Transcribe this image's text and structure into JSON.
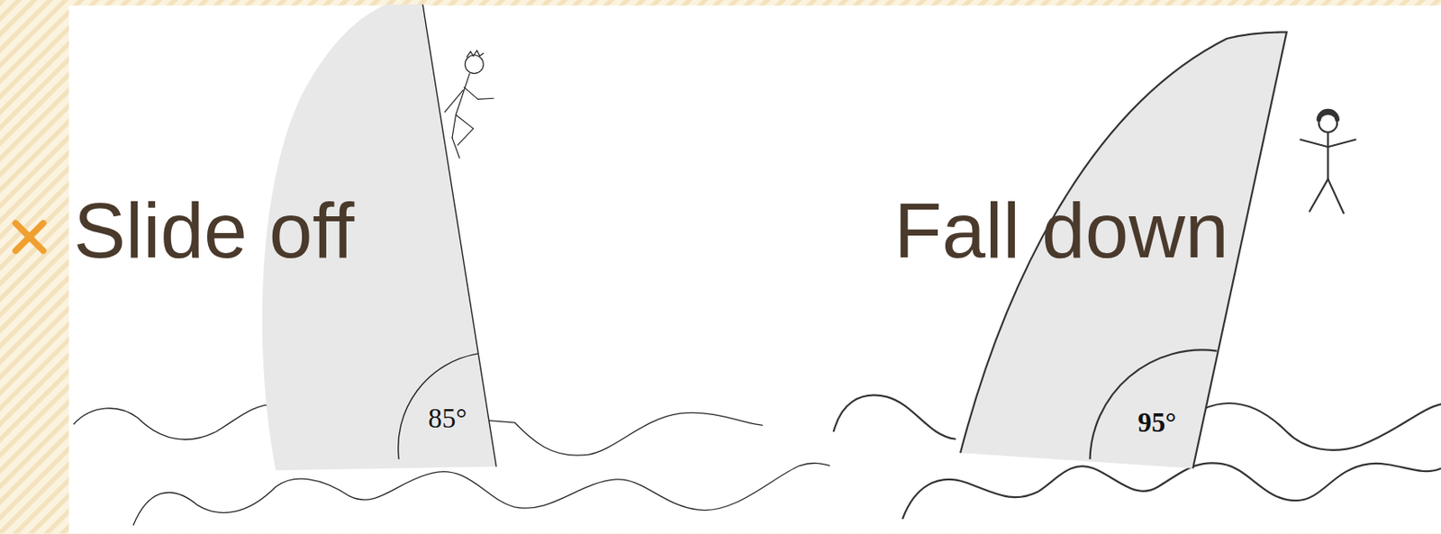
{
  "diagram": {
    "labels": [
      "Slide off",
      "Fall down",
      "85°",
      "95°"
    ]
  }
}
